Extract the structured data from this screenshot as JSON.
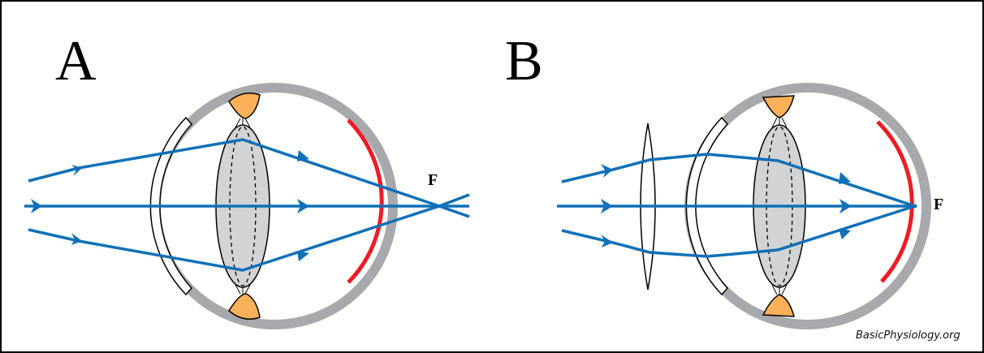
{
  "panels": [
    {
      "label": "A",
      "focus_label": "F",
      "description_state": "uncorrected"
    },
    {
      "label": "B",
      "focus_label": "F",
      "description_state": "corrected"
    }
  ],
  "credit": "BasicPhysiology.org",
  "colors": {
    "ray": "#1070b8",
    "sclera": "#a7a9ac",
    "retina": "#ed1c24",
    "lens_fill": "#d1d3d4",
    "ciliary": "#fbb05a",
    "outline": "#000000"
  }
}
